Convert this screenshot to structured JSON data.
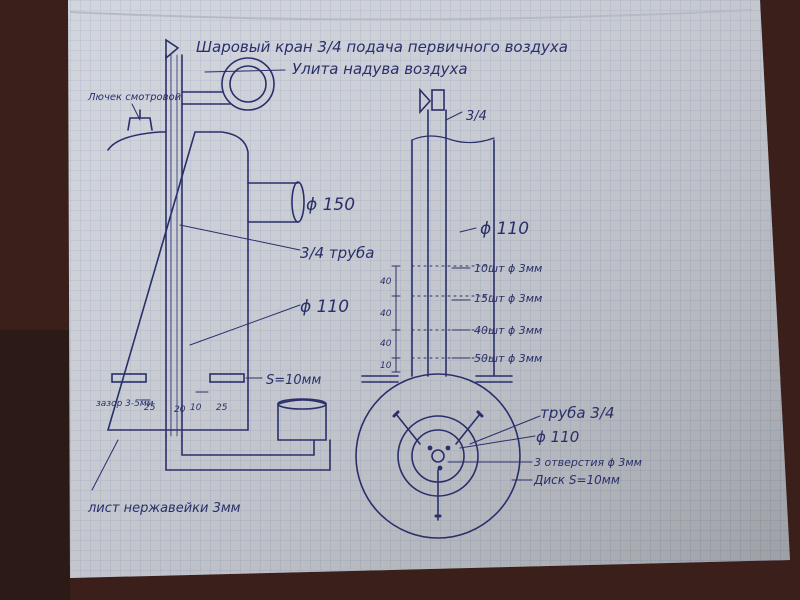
{
  "colors": {
    "ink": "#2a2f6a",
    "paper": "#cfd3da",
    "grid": "#9aa6c4",
    "background": "#3a1f1a"
  },
  "labels": {
    "ball_valve": "Шаровый кран 3/4 подача первичного воздуха",
    "blower_snail": "Улита надува воздуха",
    "inspection_hatch": "Лючек смотровой",
    "outlet_diameter": "ϕ 150",
    "pipe_3_4": "3/4 труба",
    "body_diameter": "ϕ 110",
    "disk_thickness": "S=10мм",
    "gap": "зазор 3-5мм",
    "dim_25_left": "25",
    "dim_10": "10",
    "dim_25_right": "25",
    "dim_20": "20",
    "sheet_material": "лист нержавейки 3мм",
    "right_3_4": "3/4",
    "right_diameter": "ϕ 110",
    "holes_1": "10шт ϕ 3мм",
    "holes_2": "15шт ϕ 3мм",
    "holes_3": "40шт ϕ 3мм",
    "holes_4": "50шт ϕ 3мм",
    "spacing_1": "40",
    "spacing_2": "40",
    "spacing_3": "40",
    "spacing_4": "10",
    "bottom_pipe": "труба 3/4",
    "bottom_diameter": "ϕ 110",
    "bottom_holes": "3 отверстия ϕ 3мм",
    "bottom_disk": "Диск S=10мм"
  }
}
